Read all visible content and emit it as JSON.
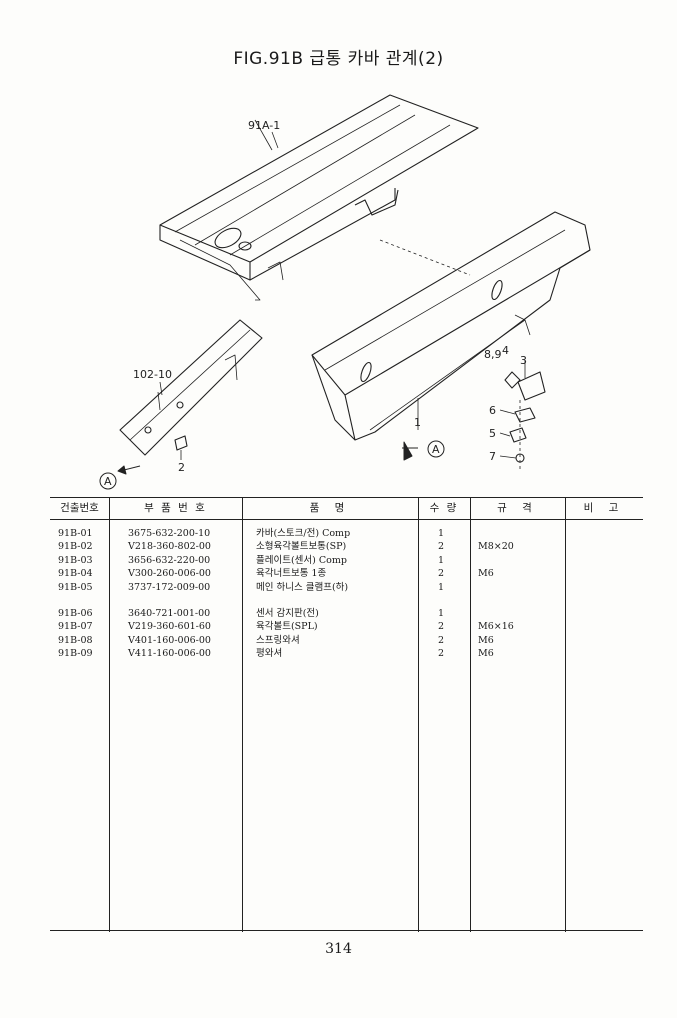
{
  "title": "FIG.91B 급통 카바 관계(2)",
  "labels": {
    "l_91a1": "91A-1",
    "l_10210": "102-10",
    "l_2": "2",
    "l_a_left": "A",
    "l_a_right": "A",
    "l_1": "1",
    "l_89": "8,9",
    "l_4": "4",
    "l_3": "3",
    "l_6": "6",
    "l_5": "5",
    "l_7": "7"
  },
  "table": {
    "headers": [
      "건출번호",
      "부 품 번 호",
      "품 명",
      "수 량",
      "규 격",
      "비 고"
    ],
    "rows": [
      {
        "no": "91B-01",
        "part": "3675-632-200-10",
        "name": "카바(스토크/전) Comp",
        "qty": "1",
        "spec": "",
        "note": ""
      },
      {
        "no": "91B-02",
        "part": "V218-360-802-00",
        "name": "소형육각볼트보통(SP)",
        "qty": "2",
        "spec": "M8×20",
        "note": ""
      },
      {
        "no": "91B-03",
        "part": "3656-632-220-00",
        "name": "플레이트(센서) Comp",
        "qty": "1",
        "spec": "",
        "note": ""
      },
      {
        "no": "91B-04",
        "part": "V300-260-006-00",
        "name": "육각너트보통 1종",
        "qty": "2",
        "spec": "M6",
        "note": ""
      },
      {
        "no": "91B-05",
        "part": "3737-172-009-00",
        "name": "메인 하니스 클램프(하)",
        "qty": "1",
        "spec": "",
        "note": ""
      },
      {
        "no": "91B-06",
        "part": "3640-721-001-00",
        "name": "센서 감지판(전)",
        "qty": "1",
        "spec": "",
        "note": ""
      },
      {
        "no": "91B-07",
        "part": "V219-360-601-60",
        "name": "육각볼트(SPL)",
        "qty": "2",
        "spec": "M6×16",
        "note": ""
      },
      {
        "no": "91B-08",
        "part": "V401-160-006-00",
        "name": "스프링와셔",
        "qty": "2",
        "spec": "M6",
        "note": ""
      },
      {
        "no": "91B-09",
        "part": "V411-160-006-00",
        "name": "평와셔",
        "qty": "2",
        "spec": "M6",
        "note": ""
      }
    ]
  },
  "page_number": "314"
}
